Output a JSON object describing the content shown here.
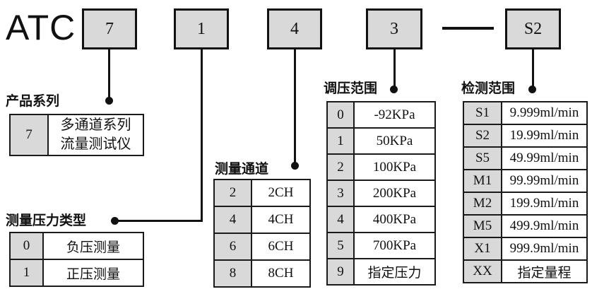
{
  "brand": "ATC",
  "model_code": {
    "boxes": [
      "7",
      "1",
      "4",
      "3",
      "S2"
    ]
  },
  "sections": {
    "product_series": {
      "title": "产品系列",
      "rows": [
        {
          "code": "7",
          "value_line1": "多通道系列",
          "value_line2": "流量测试仪"
        }
      ]
    },
    "pressure_type": {
      "title": "测量压力类型",
      "rows": [
        {
          "code": "0",
          "value": "负压测量"
        },
        {
          "code": "1",
          "value": "正压测量"
        }
      ]
    },
    "channels": {
      "title": "测量通道",
      "rows": [
        {
          "code": "2",
          "value": "2CH"
        },
        {
          "code": "4",
          "value": "4CH"
        },
        {
          "code": "6",
          "value": "6CH"
        },
        {
          "code": "8",
          "value": "8CH"
        }
      ]
    },
    "regulation_range": {
      "title": "调压范围",
      "rows": [
        {
          "code": "0",
          "value": "-92KPa"
        },
        {
          "code": "1",
          "value": "50KPa"
        },
        {
          "code": "2",
          "value": "100KPa"
        },
        {
          "code": "3",
          "value": "200KPa"
        },
        {
          "code": "4",
          "value": "400KPa"
        },
        {
          "code": "5",
          "value": "700KPa"
        },
        {
          "code": "9",
          "value": "指定压力"
        }
      ]
    },
    "detection_range": {
      "title": "检测范围",
      "rows": [
        {
          "code": "S1",
          "value": "9.999ml/min"
        },
        {
          "code": "S2",
          "value": "19.99ml/min"
        },
        {
          "code": "S5",
          "value": "49.99ml/min"
        },
        {
          "code": "M1",
          "value": "99.99ml/min"
        },
        {
          "code": "M2",
          "value": "199.9ml/min"
        },
        {
          "code": "M5",
          "value": "499.9ml/min"
        },
        {
          "code": "X1",
          "value": "999.9ml/min"
        },
        {
          "code": "XX",
          "value": "指定量程"
        }
      ]
    }
  },
  "colors": {
    "box_fill": "#d9d9d9",
    "line": "#1a1a1a",
    "background": "#ffffff"
  }
}
